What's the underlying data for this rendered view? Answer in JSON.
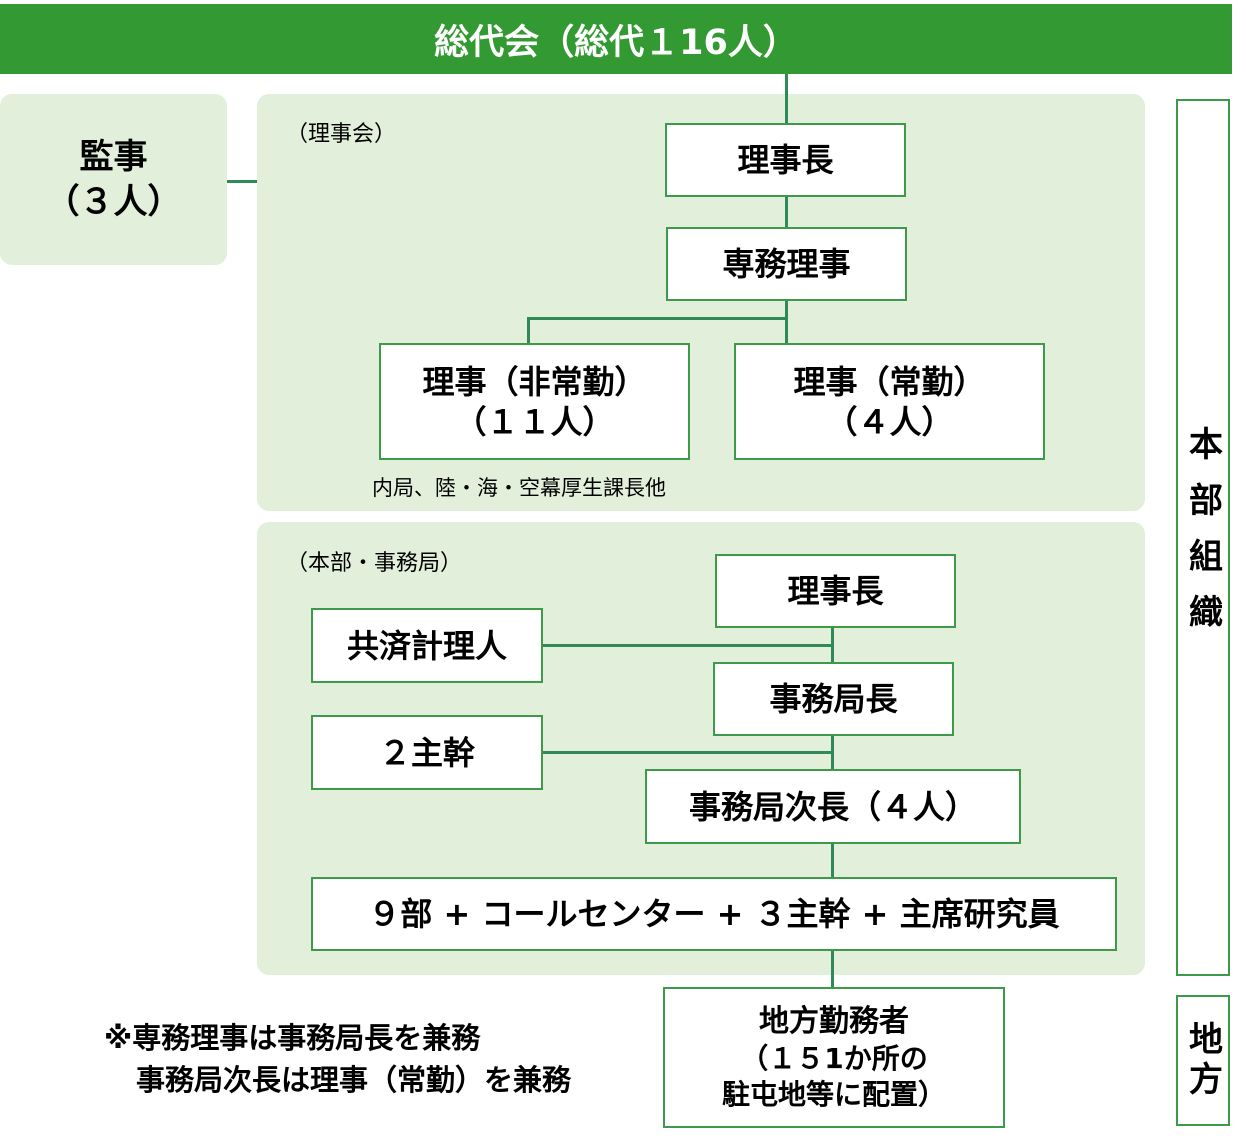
{
  "top": {
    "title": "総代会（総代１16人）"
  },
  "auditor": {
    "line1": "監事",
    "line2": "（３人）"
  },
  "board": {
    "label": "（理事会）",
    "chair": "理事長",
    "executive_director": "専務理事",
    "director_part_time": {
      "line1": "理事（非常勤）",
      "line2": "（１１人）"
    },
    "director_full_time": {
      "line1": "理事（常勤）",
      "line2": "（４人）"
    },
    "note": "内局、陸・海・空幕厚生課長他"
  },
  "secretariat": {
    "label": "（本部・事務局）",
    "chair": "理事長",
    "accountant": "共済計理人",
    "secretary_general": "事務局長",
    "chief_officers": "２主幹",
    "deputy_secretary_general": "事務局次長（４人）",
    "departments": "９部 + コールセンター +  ３主幹 + 主席研究員"
  },
  "regional": {
    "line1": "地方勤務者",
    "line2": "（１５1か所の",
    "line3": "駐屯地等に配置）"
  },
  "side_labels": {
    "headquarters": "本部組織",
    "regional": "地方"
  },
  "footnote": {
    "line1": "※専務理事は事務局長を兼務",
    "line2": "事務局次長は理事（常勤）を兼務"
  }
}
